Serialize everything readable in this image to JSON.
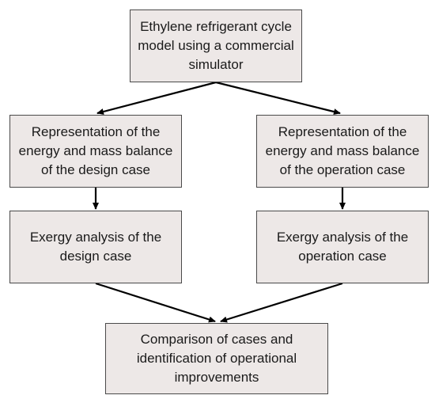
{
  "diagram": {
    "nodes": {
      "model": "Ethylene refrigerant cycle\nmodel using a commercial\nsimulator",
      "rep_design": "Representation of the\nenergy and mass balance\nof the design case",
      "rep_operation": "Representation of the\nenergy and mass balance\nof the operation case",
      "exergy_design": "Exergy analysis of the\ndesign case",
      "exergy_operation": "Exergy analysis of the\noperation case",
      "comparison": "Comparison of cases and\nidentification of operational\nimprovements"
    },
    "edges": [
      {
        "from": "model",
        "to": "rep_design"
      },
      {
        "from": "model",
        "to": "rep_operation"
      },
      {
        "from": "rep_design",
        "to": "exergy_design"
      },
      {
        "from": "rep_operation",
        "to": "exergy_operation"
      },
      {
        "from": "exergy_design",
        "to": "comparison"
      },
      {
        "from": "exergy_operation",
        "to": "comparison"
      }
    ],
    "colors": {
      "box_fill": "#ede8e7",
      "box_border": "#4a4a4a",
      "arrow": "#000000"
    }
  }
}
